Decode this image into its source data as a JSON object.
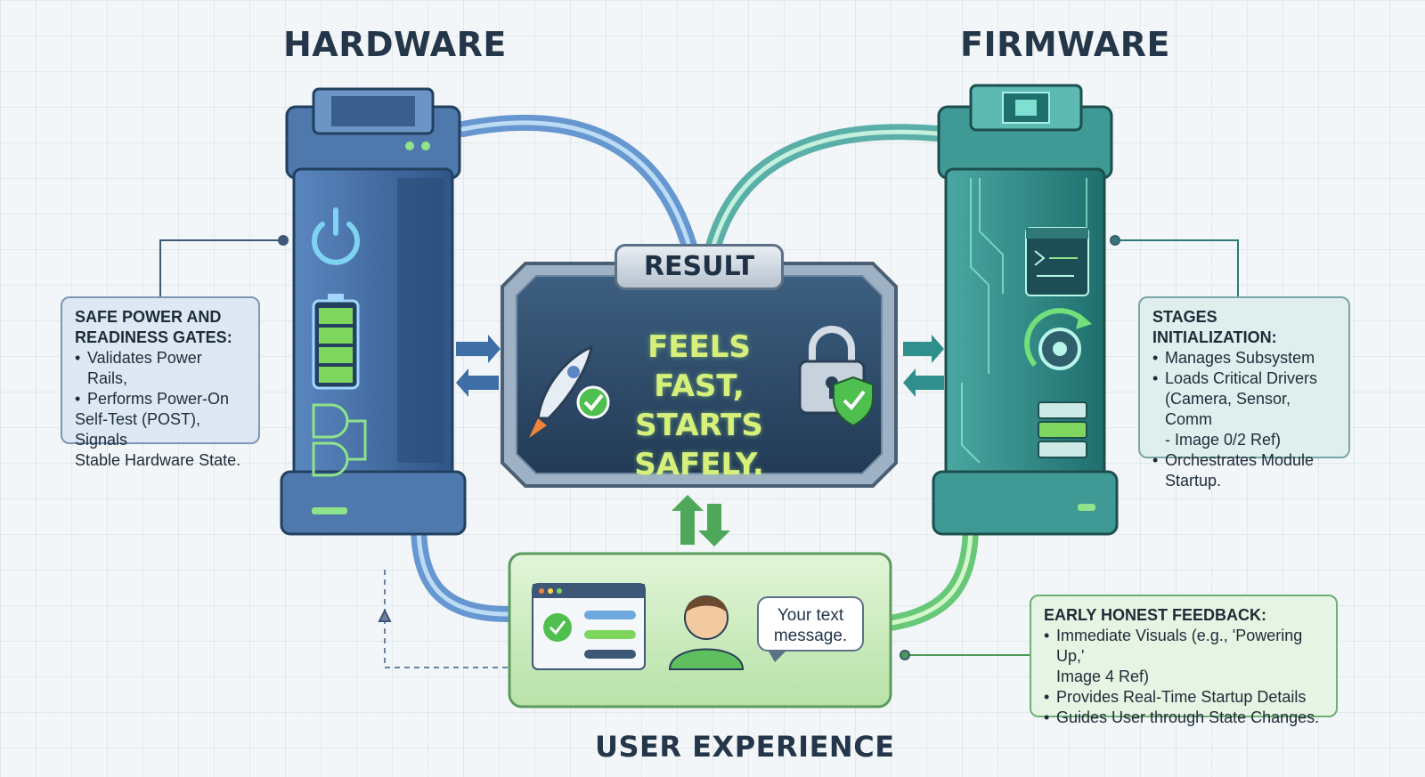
{
  "headings": {
    "hardware": "HARDWARE",
    "firmware": "FIRMWARE",
    "user_experience": "USER EXPERIENCE"
  },
  "result": {
    "tab_label": "RESULT",
    "line1": "FEELS FAST,",
    "line2": "STARTS",
    "line3": "SAFELY."
  },
  "hardware_callout": {
    "title_line1": "SAFE POWER AND",
    "title_line2": "READINESS GATES:",
    "items": [
      "Validates Power Rails,",
      "Performs Power-On"
    ],
    "item_continuation": [
      "Self-Test (POST), Signals",
      "Stable Hardware State."
    ]
  },
  "firmware_callout": {
    "title": "STAGES INITIALIZATION:",
    "items": [
      "Manages Subsystem",
      "Loads Critical Drivers",
      "Orchestrates Module"
    ],
    "item2_continuation": [
      "(Camera, Sensor, Comm",
      "- Image 0/2 Ref)"
    ],
    "item3_continuation": "Startup."
  },
  "ux_callout": {
    "title": "EARLY HONEST FEEDBACK:",
    "items": [
      "Immediate Visuals (e.g., 'Powering Up,'",
      "Provides Real-Time Startup Details",
      "Guides User through State Changes."
    ],
    "item1_continuation": "Image 4 Ref)"
  },
  "speech_bubble": {
    "line1": "Your text",
    "line2": "message."
  },
  "colors": {
    "hardware_blue": "#3f6ea6",
    "firmware_teal": "#2f8f8c",
    "ux_green": "#5fbf5f",
    "result_glow": "#d7f07c"
  },
  "icons": [
    "power-icon",
    "battery-icon",
    "logic-gate-icon",
    "chip-icon",
    "code-window-icon",
    "gear-refresh-icon",
    "stack-icon",
    "rocket-icon",
    "check-icon",
    "lock-icon",
    "shield-check-icon",
    "user-avatar-icon"
  ]
}
